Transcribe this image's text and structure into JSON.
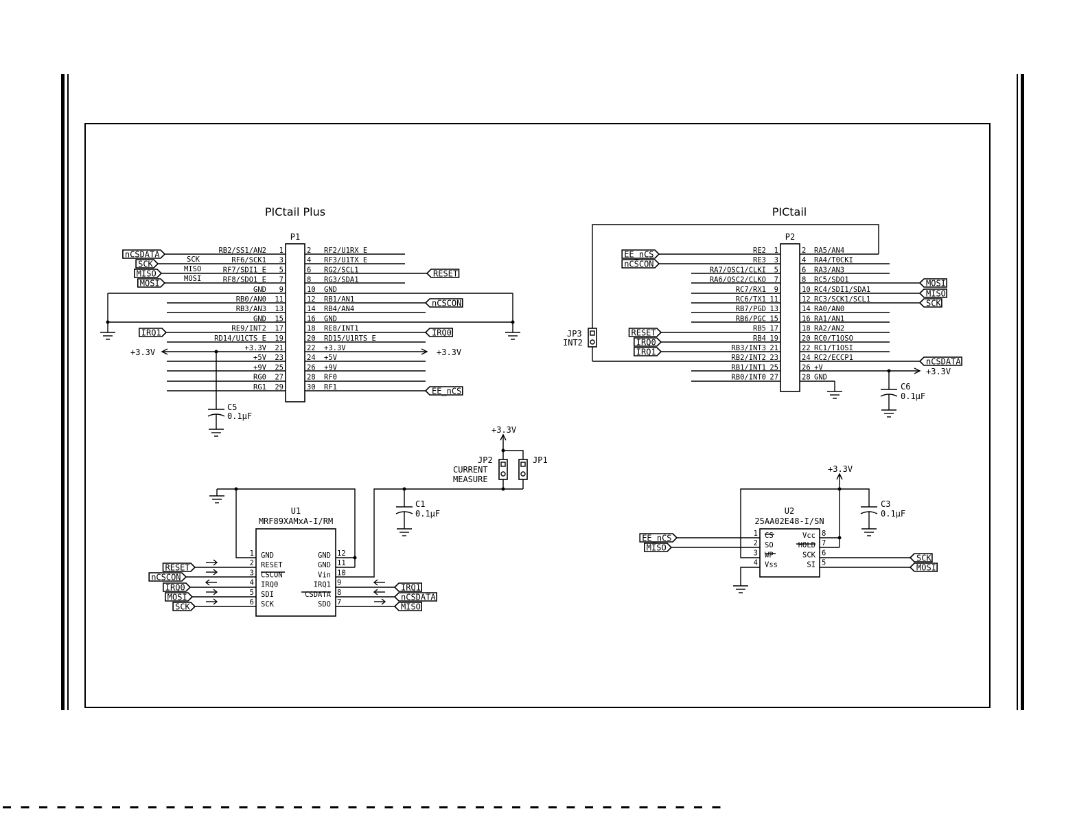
{
  "titles": {
    "pictail_plus": "PICtail Plus",
    "pictail": "PICtail"
  },
  "p1": {
    "ref": "P1",
    "left": [
      {
        "pin": "1",
        "name": "RB2/SS1/AN2"
      },
      {
        "pin": "3",
        "name": "RF6/SCK1"
      },
      {
        "pin": "5",
        "name": "RF7/SDI1_E"
      },
      {
        "pin": "7",
        "name": "RF8/SDO1_E"
      },
      {
        "pin": "9",
        "name": "GND"
      },
      {
        "pin": "11",
        "name": "RB0/AN0"
      },
      {
        "pin": "13",
        "name": "RB3/AN3"
      },
      {
        "pin": "15",
        "name": "GND"
      },
      {
        "pin": "17",
        "name": "RE9/INT2"
      },
      {
        "pin": "19",
        "name": "RD14/U1CTS_E"
      },
      {
        "pin": "21",
        "name": "+3.3V"
      },
      {
        "pin": "23",
        "name": "+5V"
      },
      {
        "pin": "25",
        "name": "+9V"
      },
      {
        "pin": "27",
        "name": "RG0"
      },
      {
        "pin": "29",
        "name": "RG1"
      }
    ],
    "right": [
      {
        "pin": "2",
        "name": "RF2/U1RX_E"
      },
      {
        "pin": "4",
        "name": "RF3/U1TX_E"
      },
      {
        "pin": "6",
        "name": "RG2/SCL1"
      },
      {
        "pin": "8",
        "name": "RG3/SDA1"
      },
      {
        "pin": "10",
        "name": "GND"
      },
      {
        "pin": "12",
        "name": "RB1/AN1"
      },
      {
        "pin": "14",
        "name": "RB4/AN4"
      },
      {
        "pin": "16",
        "name": "GND"
      },
      {
        "pin": "18",
        "name": "RE8/INT1"
      },
      {
        "pin": "20",
        "name": "RD15/U1RTS_E"
      },
      {
        "pin": "22",
        "name": "+3.3V"
      },
      {
        "pin": "24",
        "name": "+5V"
      },
      {
        "pin": "26",
        "name": "+9V"
      },
      {
        "pin": "28",
        "name": "RF0"
      },
      {
        "pin": "30",
        "name": "RF1"
      }
    ],
    "sck_label": "SCK",
    "miso_label": "MISO",
    "mosi_label": "MOSI",
    "left_ports": [
      "nCSDATA",
      "SCK",
      "MISO",
      "MOSI",
      "IRQ1"
    ],
    "right_ports": [
      "RESET",
      "nCSCON",
      "IRQ0",
      "EE_nCS"
    ],
    "supply_left": "+3.3V",
    "supply_right": "+3.3V"
  },
  "c5": {
    "ref": "C5",
    "value": "0.1µF"
  },
  "p2": {
    "ref": "P2",
    "left": [
      {
        "pin": "1",
        "name": "RE2"
      },
      {
        "pin": "3",
        "name": "RE3"
      },
      {
        "pin": "5",
        "name": "RA7/OSC1/CLKI"
      },
      {
        "pin": "7",
        "name": "RA6/OSC2/CLKO"
      },
      {
        "pin": "9",
        "name": "RC7/RX1"
      },
      {
        "pin": "11",
        "name": "RC6/TX1"
      },
      {
        "pin": "13",
        "name": "RB7/PGD"
      },
      {
        "pin": "15",
        "name": "RB6/PGC"
      },
      {
        "pin": "17",
        "name": "RB5"
      },
      {
        "pin": "19",
        "name": "RB4"
      },
      {
        "pin": "21",
        "name": "RB3/INT3"
      },
      {
        "pin": "23",
        "name": "RB2/INT2"
      },
      {
        "pin": "25",
        "name": "RB1/INT1"
      },
      {
        "pin": "27",
        "name": "RB0/INT0"
      }
    ],
    "right": [
      {
        "pin": "2",
        "name": "RA5/AN4"
      },
      {
        "pin": "4",
        "name": "RA4/T0CKI"
      },
      {
        "pin": "6",
        "name": "RA3/AN3"
      },
      {
        "pin": "8",
        "name": "RC5/SDO1"
      },
      {
        "pin": "10",
        "name": "RC4/SDI1/SDA1"
      },
      {
        "pin": "12",
        "name": "RC3/SCK1/SCL1"
      },
      {
        "pin": "14",
        "name": "RA0/AN0"
      },
      {
        "pin": "16",
        "name": "RA1/AN1"
      },
      {
        "pin": "18",
        "name": "RA2/AN2"
      },
      {
        "pin": "20",
        "name": "RC0/T1OSO"
      },
      {
        "pin": "22",
        "name": "RC1/T1OSI"
      },
      {
        "pin": "24",
        "name": "RC2/ECCP1"
      },
      {
        "pin": "26",
        "name": "+V"
      },
      {
        "pin": "28",
        "name": "GND"
      }
    ],
    "left_ports": [
      "EE_nCS",
      "nCSCON",
      "RESET",
      "IRQ0",
      "IRQ1"
    ],
    "right_ports": [
      "MOSI",
      "MISO",
      "SCK",
      "nCSDATA"
    ],
    "supply": "+3.3V"
  },
  "jp3": {
    "ref": "JP3",
    "name": "INT2"
  },
  "c6": {
    "ref": "C6",
    "value": "0.1µF"
  },
  "u1": {
    "ref": "U1",
    "part": "MRF89XAMxA-I/RM",
    "left": [
      {
        "pin": "1",
        "name": "GND"
      },
      {
        "pin": "2",
        "name": "RESET"
      },
      {
        "pin": "3",
        "name": "CSCON"
      },
      {
        "pin": "4",
        "name": "IRQ0"
      },
      {
        "pin": "5",
        "name": "SDI"
      },
      {
        "pin": "6",
        "name": "SCK"
      }
    ],
    "right": [
      {
        "pin": "12",
        "name": "GND"
      },
      {
        "pin": "11",
        "name": "GND"
      },
      {
        "pin": "10",
        "name": "Vin"
      },
      {
        "pin": "9",
        "name": "IRQ1"
      },
      {
        "pin": "8",
        "name": "CSDATA"
      },
      {
        "pin": "7",
        "name": "SDO"
      }
    ],
    "left_ports": [
      "RESET",
      "nCSCON",
      "IRQ0",
      "MOSI",
      "SCK"
    ],
    "right_ports": [
      "IRQ1",
      "nCSDATA",
      "MISO"
    ]
  },
  "jp2": {
    "ref": "JP2",
    "line1": "CURRENT",
    "line2": "MEASURE",
    "supply": "+3.3V"
  },
  "jp1": {
    "ref": "JP1"
  },
  "c1": {
    "ref": "C1",
    "value": "0.1µF"
  },
  "u2": {
    "ref": "U2",
    "part": "25AA02E48-I/SN",
    "left": [
      {
        "pin": "1",
        "name": "CS"
      },
      {
        "pin": "2",
        "name": "SO"
      },
      {
        "pin": "3",
        "name": "WP"
      },
      {
        "pin": "4",
        "name": "Vss"
      }
    ],
    "right": [
      {
        "pin": "8",
        "name": "Vcc"
      },
      {
        "pin": "7",
        "name": "HOLD"
      },
      {
        "pin": "6",
        "name": "SCK"
      },
      {
        "pin": "5",
        "name": "SI"
      }
    ],
    "left_ports": [
      "EE_nCS",
      "MISO"
    ],
    "right_ports": [
      "SCK",
      "MOSI"
    ],
    "supply": "+3.3V"
  },
  "c3": {
    "ref": "C3",
    "value": "0.1µF"
  }
}
